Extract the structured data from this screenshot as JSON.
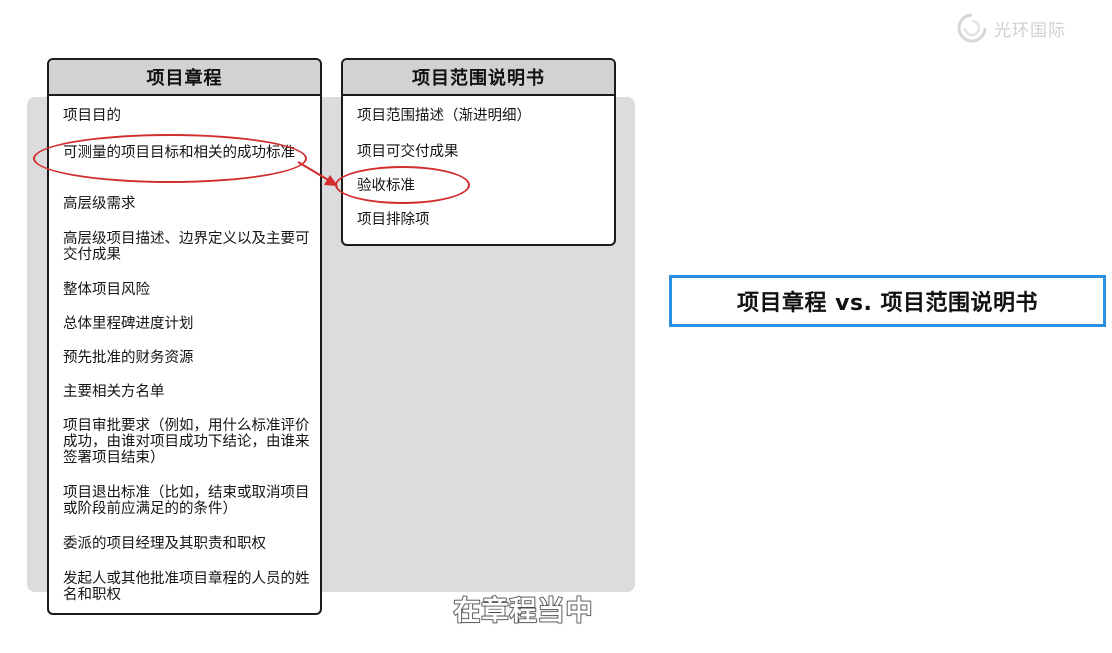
{
  "logo": {
    "text": "光环国际",
    "icon": "logo-swirl-icon"
  },
  "charter": {
    "title": "项目章程",
    "items": [
      "项目目的",
      "可测量的项目目标和相关的成功标准",
      "高层级需求",
      "高层级项目描述、边界定义以及主要可交付成果",
      "整体项目风险",
      "总体里程碑进度计划",
      "预先批准的财务资源",
      "主要相关方名单",
      "项目审批要求（例如，用什么标准评价成功，由谁对项目成功下结论，由谁来签署项目结束）",
      "项目退出标准（比如，结束或取消项目或阶段前应满足的的条件）",
      "委派的项目经理及其职责和职权",
      "发起人或其他批准项目章程的人员的姓名和职权"
    ]
  },
  "scope": {
    "title": "项目范围说明书",
    "items": [
      "项目范围描述（渐进明细）",
      "项目可交付成果",
      "验收标准",
      "项目排除项"
    ]
  },
  "comparison_title": "项目章程 vs. 项目范围说明书",
  "subtitle": "在章程当中",
  "colors": {
    "highlight": "#d32c2c",
    "title_border": "#2a8fe0",
    "header_bg": "#d2d1d3",
    "panel_bg": "#dcdbdd"
  }
}
